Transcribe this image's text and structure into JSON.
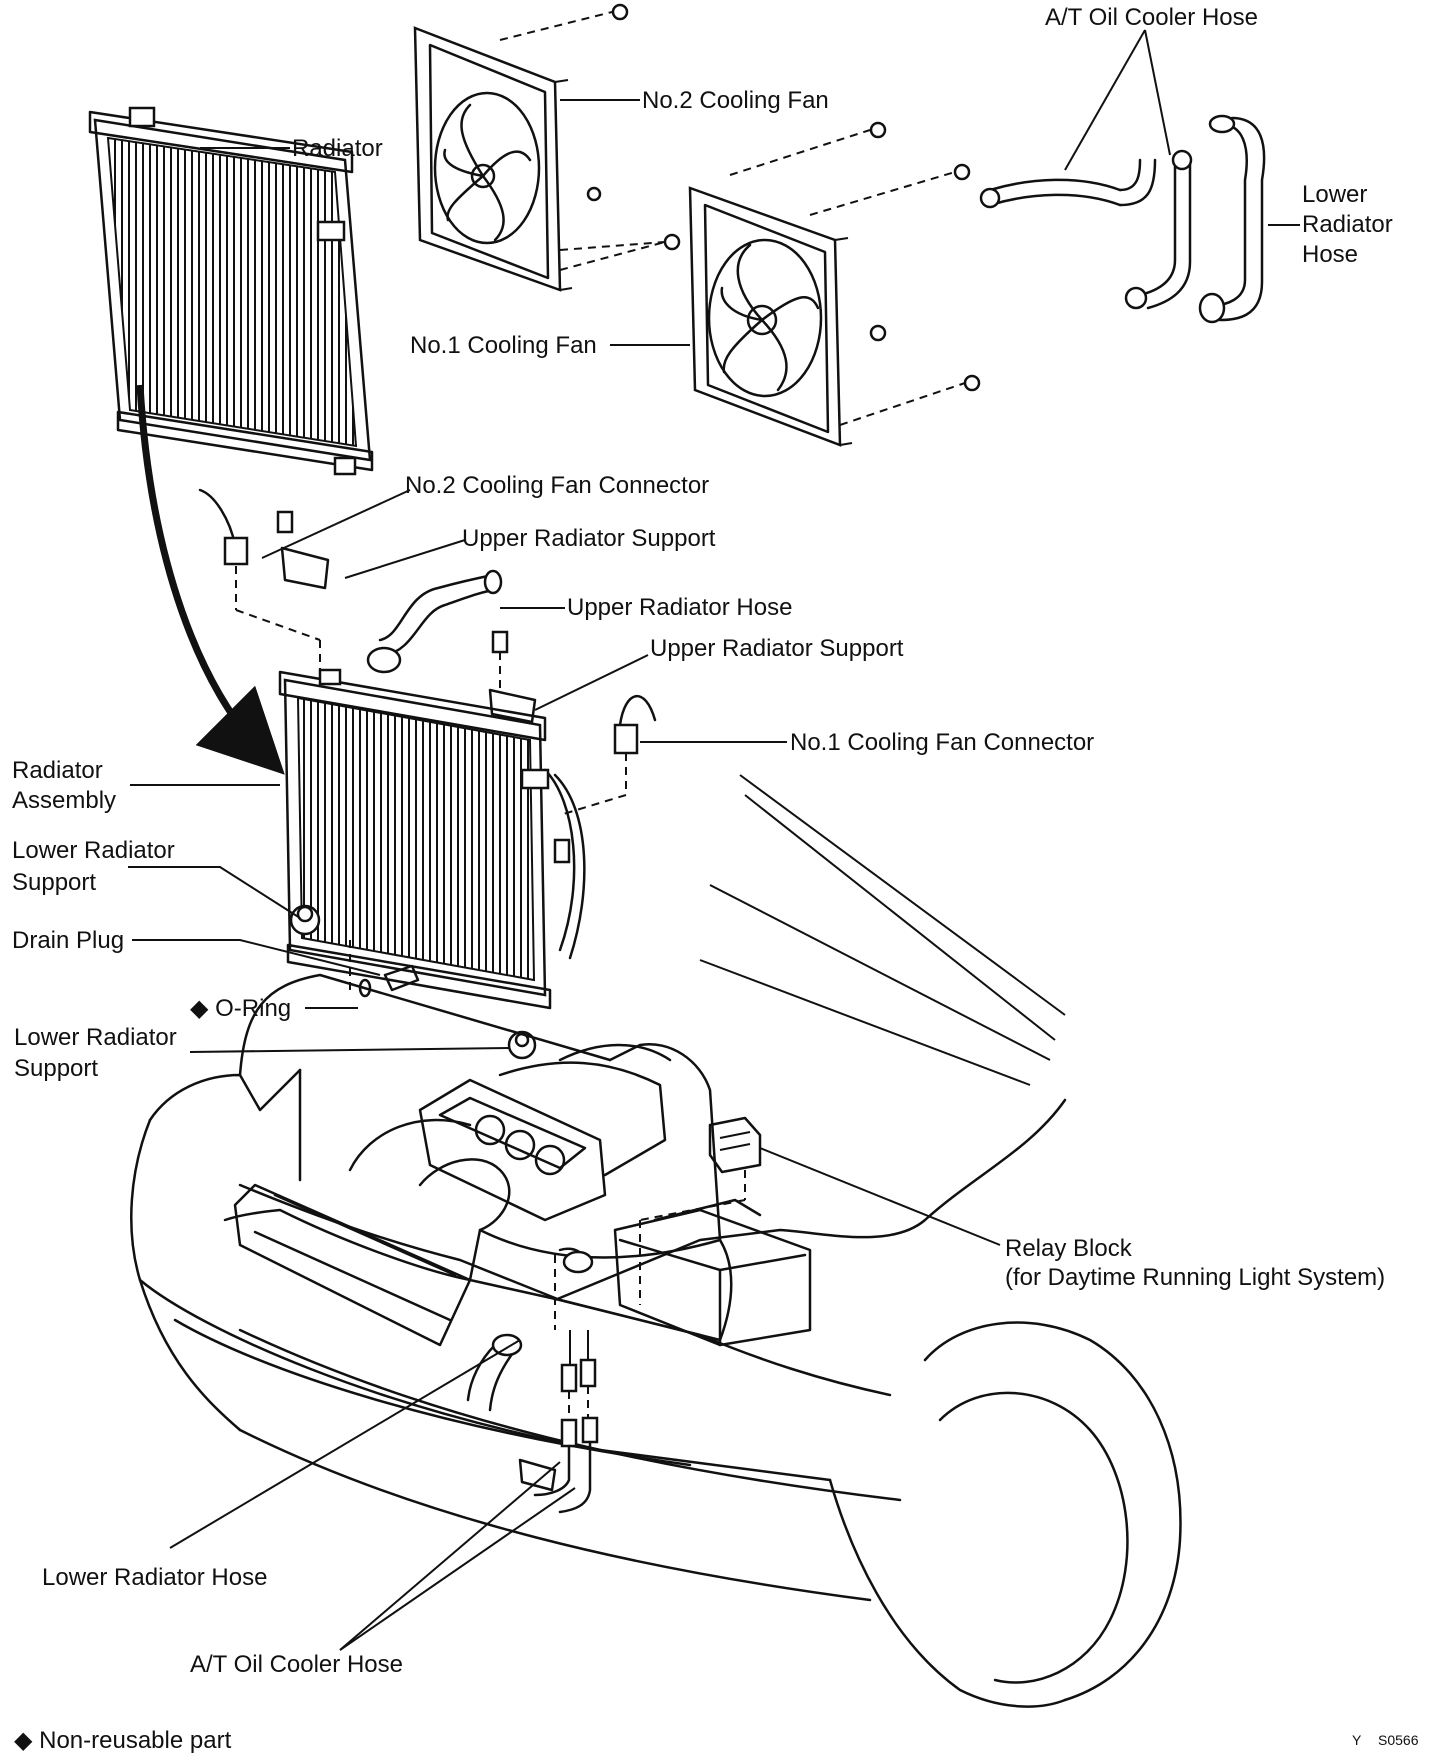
{
  "labels": {
    "at_oil_cooler_hose_top": "A/T Oil Cooler Hose",
    "no2_cooling_fan": "No.2 Cooling Fan",
    "radiator": "Radiator",
    "lower_radiator_hose_right": [
      "Lower",
      "Radiator",
      "Hose"
    ],
    "no1_cooling_fan": "No.1 Cooling Fan",
    "no2_cooling_fan_connector": "No.2 Cooling Fan Connector",
    "upper_radiator_support_1": "Upper Radiator Support",
    "upper_radiator_hose": "Upper Radiator Hose",
    "upper_radiator_support_2": "Upper Radiator Support",
    "no1_cooling_fan_connector": "No.1 Cooling Fan Connector",
    "radiator_assembly": [
      "Radiator",
      "Assembly"
    ],
    "lower_radiator_support_1": [
      "Lower Radiator",
      "Support"
    ],
    "drain_plug": "Drain Plug",
    "o_ring": "◆ O-Ring",
    "lower_radiator_support_2": [
      "Lower Radiator",
      "Support"
    ],
    "relay_block": [
      "Relay Block",
      "(for Daytime Running Light System)"
    ],
    "lower_radiator_hose_bottom": "Lower Radiator Hose",
    "at_oil_cooler_hose_bottom": "A/T Oil Cooler Hose",
    "legend": "◆ Non-reusable part",
    "corner_code_prefix": "Y",
    "corner_code": "S0566"
  }
}
